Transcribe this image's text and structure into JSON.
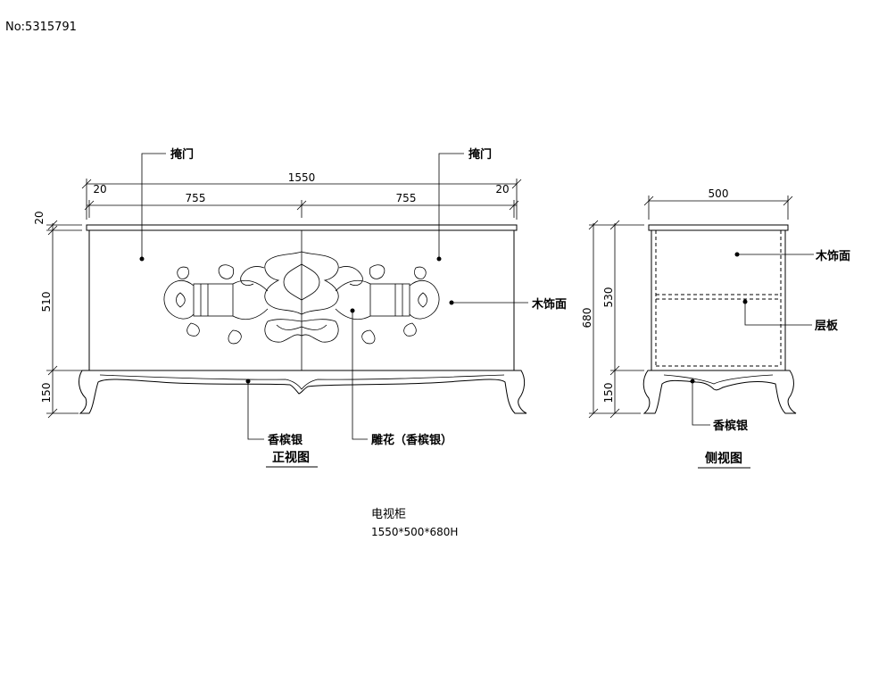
{
  "image_no": "No:5315791",
  "front_view": {
    "title": "正视图",
    "labels": {
      "door_left": "掩门",
      "door_right": "掩门",
      "wood_surface": "木饰面",
      "base_finish": "香槟银",
      "carving": "雕花（香槟银）"
    },
    "dimensions": {
      "overall_width": "1550",
      "left_margin": "20",
      "right_margin": "20",
      "door_left_width": "755",
      "door_right_width": "755",
      "top_thickness": "20",
      "body_height": "510",
      "leg_height": "150"
    }
  },
  "side_view": {
    "title": "侧视图",
    "labels": {
      "wood_surface": "木饰面",
      "shelf": "层板",
      "base_finish": "香槟银"
    },
    "dimensions": {
      "depth": "500",
      "overall_height": "680",
      "body_height": "530",
      "leg_height": "150"
    }
  },
  "caption": {
    "name": "电视柜",
    "size": "1550*500*680H"
  }
}
